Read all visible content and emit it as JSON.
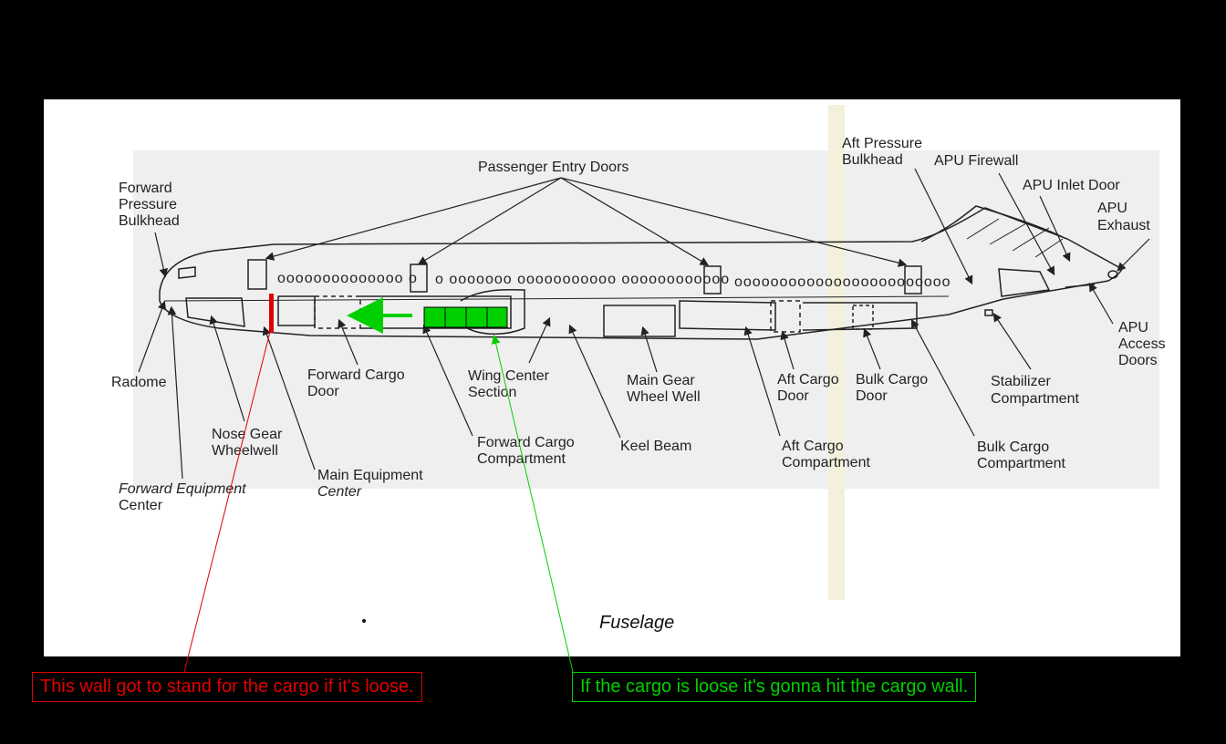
{
  "caption": "Fuselage",
  "labels": {
    "forward_pressure_bulkhead": [
      "Forward",
      "Pressure",
      "Bulkhead"
    ],
    "passenger_entry_doors": "Passenger Entry Doors",
    "aft_pressure_bulkhead": [
      "Aft Pressure",
      "Bulkhead"
    ],
    "apu_firewall": "APU Firewall",
    "apu_inlet_door": "APU Inlet Door",
    "apu_exhaust": [
      "APU",
      "Exhaust"
    ],
    "apu_access_doors": [
      "APU",
      "Access",
      "Doors"
    ],
    "radome": "Radome",
    "nose_gear_wheelwell": [
      "Nose Gear",
      "Wheelwell"
    ],
    "forward_equipment_center": [
      "Forward Equipment",
      "Center"
    ],
    "main_equipment_center": [
      "Main Equipment",
      "Center"
    ],
    "forward_cargo_door": [
      "Forward Cargo",
      "Door"
    ],
    "wing_center_section": [
      "Wing Center",
      "Section"
    ],
    "forward_cargo_compartment": [
      "Forward Cargo",
      "Compartment"
    ],
    "main_gear_wheel_well": [
      "Main Gear",
      "Wheel Well"
    ],
    "keel_beam": "Keel Beam",
    "aft_cargo_door": [
      "Aft Cargo",
      "Door"
    ],
    "aft_cargo_compartment": [
      "Aft Cargo",
      "Compartment"
    ],
    "bulk_cargo_door": [
      "Bulk Cargo",
      "Door"
    ],
    "bulk_cargo_compartment": [
      "Bulk Cargo",
      "Compartment"
    ],
    "stabilizer_compartment": [
      "Stabilizer",
      "Compartment"
    ]
  },
  "annotations": {
    "wall_note": "This wall got to stand for the cargo if it's loose.",
    "cargo_note": "If the cargo is loose it's gonna hit the cargo wall.",
    "wall_color": "#e00000",
    "cargo_color": "#00d000"
  },
  "windows": {
    "row1": "oooooooooooooo o",
    "row2": "o ooooooo ooooooooooo oooooooooooo",
    "row3": "oooooooooooooooooooooooo"
  }
}
